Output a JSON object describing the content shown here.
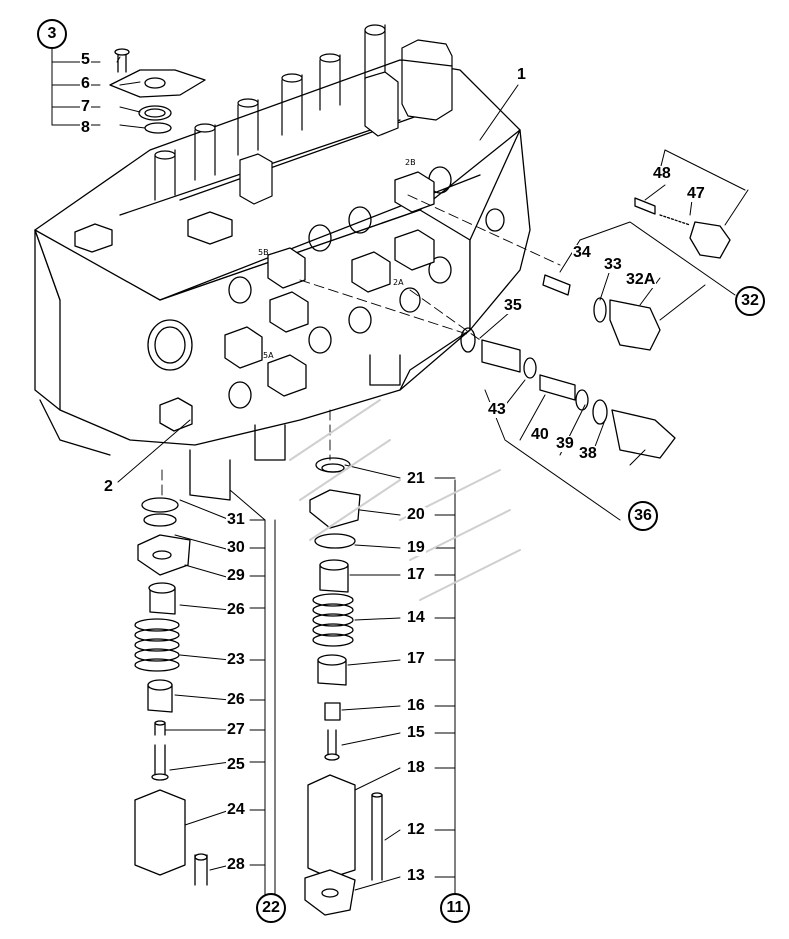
{
  "labels": {
    "p1": "1",
    "p2": "2",
    "p3": "3",
    "p5": "5",
    "p6": "6",
    "p7": "7",
    "p8": "8",
    "p11": "11",
    "p12": "12",
    "p13": "13",
    "p14": "14",
    "p15": "15",
    "p16": "16",
    "p17a": "17",
    "p17b": "17",
    "p18": "18",
    "p19": "19",
    "p20": "20",
    "p21": "21",
    "p22": "22",
    "p23": "23",
    "p24": "24",
    "p25": "25",
    "p26a": "26",
    "p26b": "26",
    "p27": "27",
    "p28": "28",
    "p29": "29",
    "p30": "30",
    "p31": "31",
    "p32": "32",
    "p32a": "32A",
    "p33": "33",
    "p34": "34",
    "p35": "35",
    "p36": "36",
    "p38": "38",
    "p39": "39",
    "p40": "40",
    "p43": "43",
    "p47": "47",
    "p48": "48"
  },
  "body_marks": {
    "m2b": "2B",
    "m5b": "5B",
    "m2a": "2A",
    "m5a": "5A"
  }
}
